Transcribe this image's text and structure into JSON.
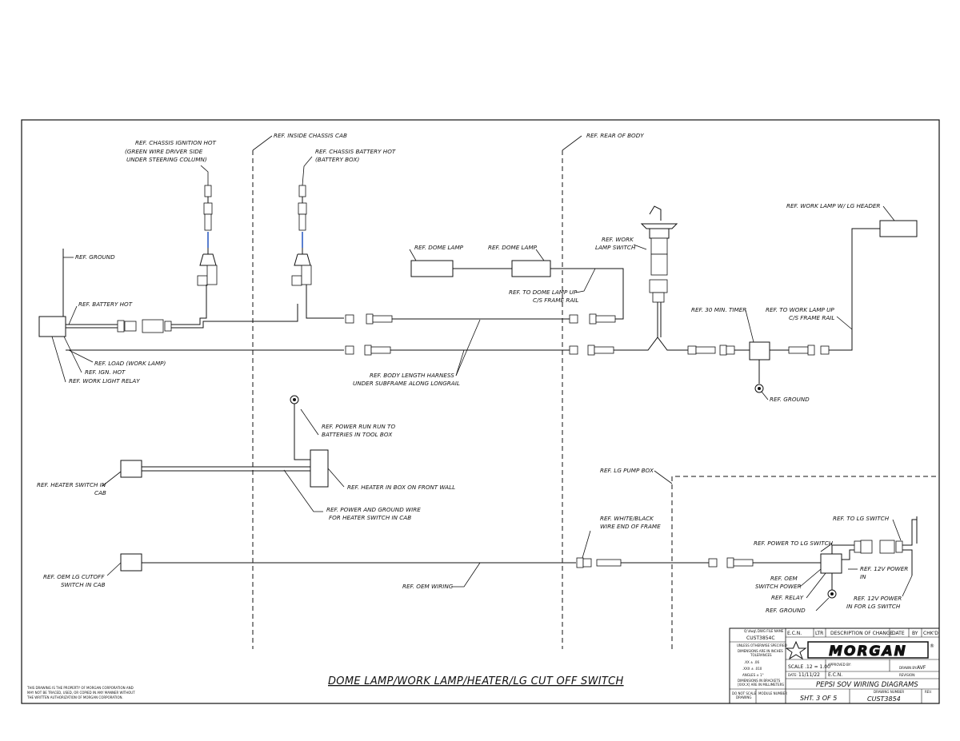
{
  "diagram": {
    "title": "DOME LAMP/WORK LAMP/HEATER/LG CUT OFF SWITCH",
    "notice": [
      "THIS DRAWING IS THE PROPERTY OF MORGAN CORPORATION AND",
      "MAY NOT BE TRACED, USED, OR COPIED IN ANY MANNER WITHOUT",
      "THE WRITTEN AUTHORIZATION OF MORGAN CORPORATION."
    ],
    "zones": {
      "inside_cab": "REF. INSIDE CHASSIS CAB",
      "rear_of_body": "REF. REAR OF BODY",
      "lg_pump_box": "REF. LG PUMP BOX"
    },
    "labels": {
      "ign_hot": [
        "REF. CHASSIS IGNITION HOT",
        "(GREEN WIRE DRIVER SIDE",
        "UNDER STEERING COLUMN)"
      ],
      "batt_hot_chassis": [
        "REF. CHASSIS BATTERY HOT",
        "(BATTERY BOX)"
      ],
      "ground": "REF. GROUND",
      "battery_hot": "REF. BATTERY HOT",
      "load": "REF. LOAD (WORK LAMP)",
      "ign": "REF. IGN. HOT",
      "relay": "REF. WORK LIGHT RELAY",
      "dome1": "REF. DOME LAMP",
      "dome2": "REF. DOME LAMP",
      "dome_up": [
        "REF. TO DOME LAMP UP",
        "C/S FRAME RAIL"
      ],
      "body_harness": [
        "REF. BODY LENGTH HARNESS",
        "UNDER SUBFRAME ALONG LONGRAIL"
      ],
      "wl_switch": [
        "REF. WORK",
        "LAMP SWITCH"
      ],
      "wl_header": "REF. WORK LAMP W/ LG HEADER",
      "timer": "REF. 30 MIN. TIMER",
      "wl_up": [
        "REF. TO WORK LAMP UP",
        "C/S FRAME RAIL"
      ],
      "ground2": "REF. GROUND",
      "power_run": [
        "REF. POWER RUN RUN TO",
        "BATTERIES IN TOOL BOX"
      ],
      "heater_switch": [
        "REF. HEATER SWITCH IN",
        "CAB"
      ],
      "heater_box": "REF. HEATER IN BOX ON FRONT WALL",
      "heater_wire": [
        "REF. POWER AND GROUND WIRE",
        "FOR HEATER SWITCH IN CAB"
      ],
      "white_black": [
        "REF. WHITE/BLACK",
        "WIRE END OF FRAME"
      ],
      "to_lg_switch": "REF. TO LG SWITCH",
      "power_lg": "REF. POWER TO LG SWITCH",
      "oem_cutoff": [
        "REF. OEM LG CUTOFF",
        "SWITCH IN CAB"
      ],
      "oem_wiring": "REF. OEM WIRING",
      "oem_sw_power": [
        "REF. OEM",
        "SWITCH POWER"
      ],
      "relay2": "REF. RELAY",
      "ground3": "REF. GROUND",
      "power_12v": [
        "REF. 12V POWER",
        "IN"
      ],
      "power_12v_lg": [
        "REF. 12V POWER",
        "IN FOR LG SWITCH"
      ]
    }
  },
  "title_block": {
    "file_name_label": "Q:\\dwg\\ DWG FILE NAME",
    "file_name": "CUST3854C",
    "tolerance_header": "UNLESS OTHERWISE SPECIFIED",
    "tolerance_sub": [
      "DIMENSIONS ARE IN INCHES",
      "TOLERANCES"
    ],
    "tol_rows": [
      ".XX   ±  .06",
      ".XXX   ±  .010",
      "ANGLES  ±  1°"
    ],
    "brackets_note": [
      "DIMENSIONS IN BRACKETS",
      "[XXX.X] ARE IN MILLIMETERS"
    ],
    "do_not_scale": [
      "DO NOT SCALE",
      "DRAWING"
    ],
    "module_number": "MODULE NUMBER",
    "rev_headers": [
      "E.C.N.",
      "LTR",
      "DESCRIPTION OF CHANGE",
      "DATE",
      "BY",
      "CHK'D"
    ],
    "logo": "MORGAN",
    "registered": "®",
    "scale": "SCALE .12 = 1.00",
    "approved_by": "APPROVED BY:",
    "drawn_by_label": "DRAWN BY:",
    "drawn_by": "AVF",
    "date_label": "DATE:",
    "date": "11/11/22",
    "ecn": "E.C.N.",
    "revision_label": "REVISION:",
    "drawing_title": "PEPSI SOV WIRING DIAGRAMS",
    "sheet": "SHT. 3 OF 5",
    "drawing_number_label": "DRAWING NUMBER",
    "drawing_number": "CUST3854",
    "rev_label": "REV."
  }
}
